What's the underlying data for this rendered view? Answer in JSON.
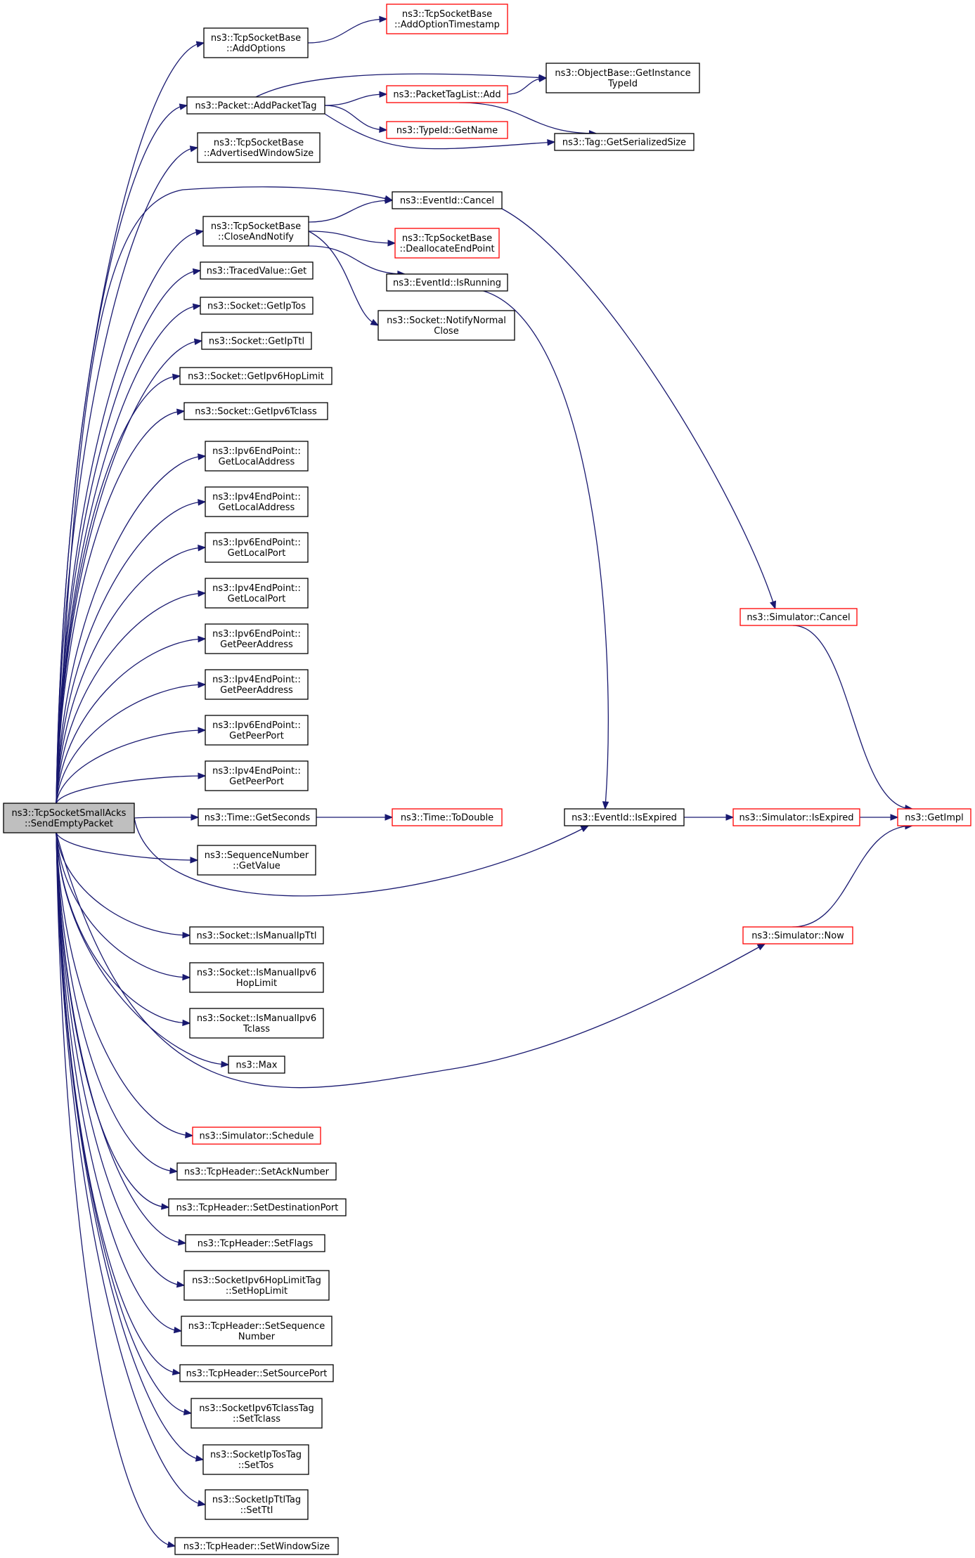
{
  "diagram": {
    "type": "call-graph",
    "colors": {
      "edge": "#191970",
      "border_default": "#000000",
      "border_truncated": "#ff0000",
      "root_fill": "#bfbfbf"
    },
    "nodes": [
      {
        "id": "root",
        "lines": [
          "ns3::TcpSocketSmallAcks",
          "::SendEmptyPacket"
        ],
        "style": "root"
      },
      {
        "id": "addOptions",
        "lines": [
          "ns3::TcpSocketBase",
          "::AddOptions"
        ],
        "style": "normal"
      },
      {
        "id": "addOptionTimestamp",
        "lines": [
          "ns3::TcpSocketBase",
          "::AddOptionTimestamp"
        ],
        "style": "truncated"
      },
      {
        "id": "addPacketTag",
        "lines": [
          "ns3::Packet::AddPacketTag"
        ],
        "style": "normal"
      },
      {
        "id": "getInstanceTypeId",
        "lines": [
          "ns3::ObjectBase::GetInstance",
          "TypeId"
        ],
        "style": "normal"
      },
      {
        "id": "packetTagListAdd",
        "lines": [
          "ns3::PacketTagList::Add"
        ],
        "style": "truncated"
      },
      {
        "id": "typeIdGetName",
        "lines": [
          "ns3::TypeId::GetName"
        ],
        "style": "truncated"
      },
      {
        "id": "tagGetSerializedSize",
        "lines": [
          "ns3::Tag::GetSerializedSize"
        ],
        "style": "normal"
      },
      {
        "id": "advertisedWindowSize",
        "lines": [
          "ns3::TcpSocketBase",
          "::AdvertisedWindowSize"
        ],
        "style": "normal"
      },
      {
        "id": "eventIdCancel",
        "lines": [
          "ns3::EventId::Cancel"
        ],
        "style": "normal"
      },
      {
        "id": "closeAndNotify",
        "lines": [
          "ns3::TcpSocketBase",
          "::CloseAndNotify"
        ],
        "style": "normal"
      },
      {
        "id": "deallocateEndPoint",
        "lines": [
          "ns3::TcpSocketBase",
          "::DeallocateEndPoint"
        ],
        "style": "truncated"
      },
      {
        "id": "eventIdIsRunning",
        "lines": [
          "ns3::EventId::IsRunning"
        ],
        "style": "normal"
      },
      {
        "id": "notifyNormalClose",
        "lines": [
          "ns3::Socket::NotifyNormal",
          "Close"
        ],
        "style": "normal"
      },
      {
        "id": "tracedValueGet",
        "lines": [
          "ns3::TracedValue::Get"
        ],
        "style": "normal"
      },
      {
        "id": "getIpTos",
        "lines": [
          "ns3::Socket::GetIpTos"
        ],
        "style": "normal"
      },
      {
        "id": "getIpTtl",
        "lines": [
          "ns3::Socket::GetIpTtl"
        ],
        "style": "normal"
      },
      {
        "id": "getIpv6HopLimit",
        "lines": [
          "ns3::Socket::GetIpv6HopLimit"
        ],
        "style": "normal"
      },
      {
        "id": "getIpv6Tclass",
        "lines": [
          "ns3::Socket::GetIpv6Tclass"
        ],
        "style": "normal"
      },
      {
        "id": "ipv6GetLocalAddress",
        "lines": [
          "ns3::Ipv6EndPoint::",
          "GetLocalAddress"
        ],
        "style": "normal"
      },
      {
        "id": "ipv4GetLocalAddress",
        "lines": [
          "ns3::Ipv4EndPoint::",
          "GetLocalAddress"
        ],
        "style": "normal"
      },
      {
        "id": "ipv6GetLocalPort",
        "lines": [
          "ns3::Ipv6EndPoint::",
          "GetLocalPort"
        ],
        "style": "normal"
      },
      {
        "id": "ipv4GetLocalPort",
        "lines": [
          "ns3::Ipv4EndPoint::",
          "GetLocalPort"
        ],
        "style": "normal"
      },
      {
        "id": "ipv6GetPeerAddress",
        "lines": [
          "ns3::Ipv6EndPoint::",
          "GetPeerAddress"
        ],
        "style": "normal"
      },
      {
        "id": "ipv4GetPeerAddress",
        "lines": [
          "ns3::Ipv4EndPoint::",
          "GetPeerAddress"
        ],
        "style": "normal"
      },
      {
        "id": "ipv6GetPeerPort",
        "lines": [
          "ns3::Ipv6EndPoint::",
          "GetPeerPort"
        ],
        "style": "normal"
      },
      {
        "id": "ipv4GetPeerPort",
        "lines": [
          "ns3::Ipv4EndPoint::",
          "GetPeerPort"
        ],
        "style": "normal"
      },
      {
        "id": "timeGetSeconds",
        "lines": [
          "ns3::Time::GetSeconds"
        ],
        "style": "normal"
      },
      {
        "id": "timeToDouble",
        "lines": [
          "ns3::Time::ToDouble"
        ],
        "style": "truncated"
      },
      {
        "id": "eventIdIsExpired",
        "lines": [
          "ns3::EventId::IsExpired"
        ],
        "style": "normal"
      },
      {
        "id": "simulatorIsExpired",
        "lines": [
          "ns3::Simulator::IsExpired"
        ],
        "style": "truncated"
      },
      {
        "id": "getImpl",
        "lines": [
          "ns3::GetImpl"
        ],
        "style": "truncated"
      },
      {
        "id": "simulatorCancel",
        "lines": [
          "ns3::Simulator::Cancel"
        ],
        "style": "truncated"
      },
      {
        "id": "sequenceNumberGetValue",
        "lines": [
          "ns3::SequenceNumber",
          "::GetValue"
        ],
        "style": "normal"
      },
      {
        "id": "isManualIpTtl",
        "lines": [
          "ns3::Socket::IsManualIpTtl"
        ],
        "style": "normal"
      },
      {
        "id": "simulatorNow",
        "lines": [
          "ns3::Simulator::Now"
        ],
        "style": "truncated"
      },
      {
        "id": "isManualIpv6HopLimit",
        "lines": [
          "ns3::Socket::IsManualIpv6",
          "HopLimit"
        ],
        "style": "normal"
      },
      {
        "id": "isManualIpv6Tclass",
        "lines": [
          "ns3::Socket::IsManualIpv6",
          "Tclass"
        ],
        "style": "normal"
      },
      {
        "id": "max",
        "lines": [
          "ns3::Max"
        ],
        "style": "normal"
      },
      {
        "id": "simulatorSchedule",
        "lines": [
          "ns3::Simulator::Schedule"
        ],
        "style": "truncated"
      },
      {
        "id": "setAckNumber",
        "lines": [
          "ns3::TcpHeader::SetAckNumber"
        ],
        "style": "normal"
      },
      {
        "id": "setDestinationPort",
        "lines": [
          "ns3::TcpHeader::SetDestinationPort"
        ],
        "style": "normal"
      },
      {
        "id": "setFlags",
        "lines": [
          "ns3::TcpHeader::SetFlags"
        ],
        "style": "normal"
      },
      {
        "id": "setHopLimit",
        "lines": [
          "ns3::SocketIpv6HopLimitTag",
          "::SetHopLimit"
        ],
        "style": "normal"
      },
      {
        "id": "setSequenceNumber",
        "lines": [
          "ns3::TcpHeader::SetSequence",
          "Number"
        ],
        "style": "normal"
      },
      {
        "id": "setSourcePort",
        "lines": [
          "ns3::TcpHeader::SetSourcePort"
        ],
        "style": "normal"
      },
      {
        "id": "setTclass",
        "lines": [
          "ns3::SocketIpv6TclassTag",
          "::SetTclass"
        ],
        "style": "normal"
      },
      {
        "id": "setTos",
        "lines": [
          "ns3::SocketIpTosTag",
          "::SetTos"
        ],
        "style": "normal"
      },
      {
        "id": "setTtl",
        "lines": [
          "ns3::SocketIpTtlTag",
          "::SetTtl"
        ],
        "style": "normal"
      },
      {
        "id": "setWindowSize",
        "lines": [
          "ns3::TcpHeader::SetWindowSize"
        ],
        "style": "normal"
      }
    ],
    "edges": [
      [
        "root",
        "addOptions"
      ],
      [
        "root",
        "addPacketTag"
      ],
      [
        "root",
        "advertisedWindowSize"
      ],
      [
        "root",
        "eventIdCancel"
      ],
      [
        "root",
        "closeAndNotify"
      ],
      [
        "root",
        "tracedValueGet"
      ],
      [
        "root",
        "getIpTos"
      ],
      [
        "root",
        "getIpTtl"
      ],
      [
        "root",
        "getIpv6HopLimit"
      ],
      [
        "root",
        "getIpv6Tclass"
      ],
      [
        "root",
        "ipv6GetLocalAddress"
      ],
      [
        "root",
        "ipv4GetLocalAddress"
      ],
      [
        "root",
        "ipv6GetLocalPort"
      ],
      [
        "root",
        "ipv4GetLocalPort"
      ],
      [
        "root",
        "ipv6GetPeerAddress"
      ],
      [
        "root",
        "ipv4GetPeerAddress"
      ],
      [
        "root",
        "ipv6GetPeerPort"
      ],
      [
        "root",
        "ipv4GetPeerPort"
      ],
      [
        "root",
        "timeGetSeconds"
      ],
      [
        "root",
        "sequenceNumberGetValue"
      ],
      [
        "root",
        "eventIdIsExpired"
      ],
      [
        "root",
        "isManualIpTtl"
      ],
      [
        "root",
        "isManualIpv6HopLimit"
      ],
      [
        "root",
        "isManualIpv6Tclass"
      ],
      [
        "root",
        "max"
      ],
      [
        "root",
        "simulatorNow"
      ],
      [
        "root",
        "simulatorSchedule"
      ],
      [
        "root",
        "setAckNumber"
      ],
      [
        "root",
        "setDestinationPort"
      ],
      [
        "root",
        "setFlags"
      ],
      [
        "root",
        "setHopLimit"
      ],
      [
        "root",
        "setSequenceNumber"
      ],
      [
        "root",
        "setSourcePort"
      ],
      [
        "root",
        "setTclass"
      ],
      [
        "root",
        "setTos"
      ],
      [
        "root",
        "setTtl"
      ],
      [
        "root",
        "setWindowSize"
      ],
      [
        "addOptions",
        "addOptionTimestamp"
      ],
      [
        "addPacketTag",
        "getInstanceTypeId"
      ],
      [
        "addPacketTag",
        "packetTagListAdd"
      ],
      [
        "addPacketTag",
        "typeIdGetName"
      ],
      [
        "addPacketTag",
        "tagGetSerializedSize"
      ],
      [
        "packetTagListAdd",
        "getInstanceTypeId"
      ],
      [
        "packetTagListAdd",
        "tagGetSerializedSize"
      ],
      [
        "closeAndNotify",
        "eventIdCancel"
      ],
      [
        "closeAndNotify",
        "deallocateEndPoint"
      ],
      [
        "closeAndNotify",
        "eventIdIsRunning"
      ],
      [
        "closeAndNotify",
        "notifyNormalClose"
      ],
      [
        "eventIdCancel",
        "simulatorCancel"
      ],
      [
        "eventIdIsRunning",
        "eventIdIsExpired"
      ],
      [
        "timeGetSeconds",
        "timeToDouble"
      ],
      [
        "eventIdIsExpired",
        "simulatorIsExpired"
      ],
      [
        "simulatorIsExpired",
        "getImpl"
      ],
      [
        "simulatorCancel",
        "getImpl"
      ],
      [
        "simulatorNow",
        "getImpl"
      ]
    ]
  }
}
